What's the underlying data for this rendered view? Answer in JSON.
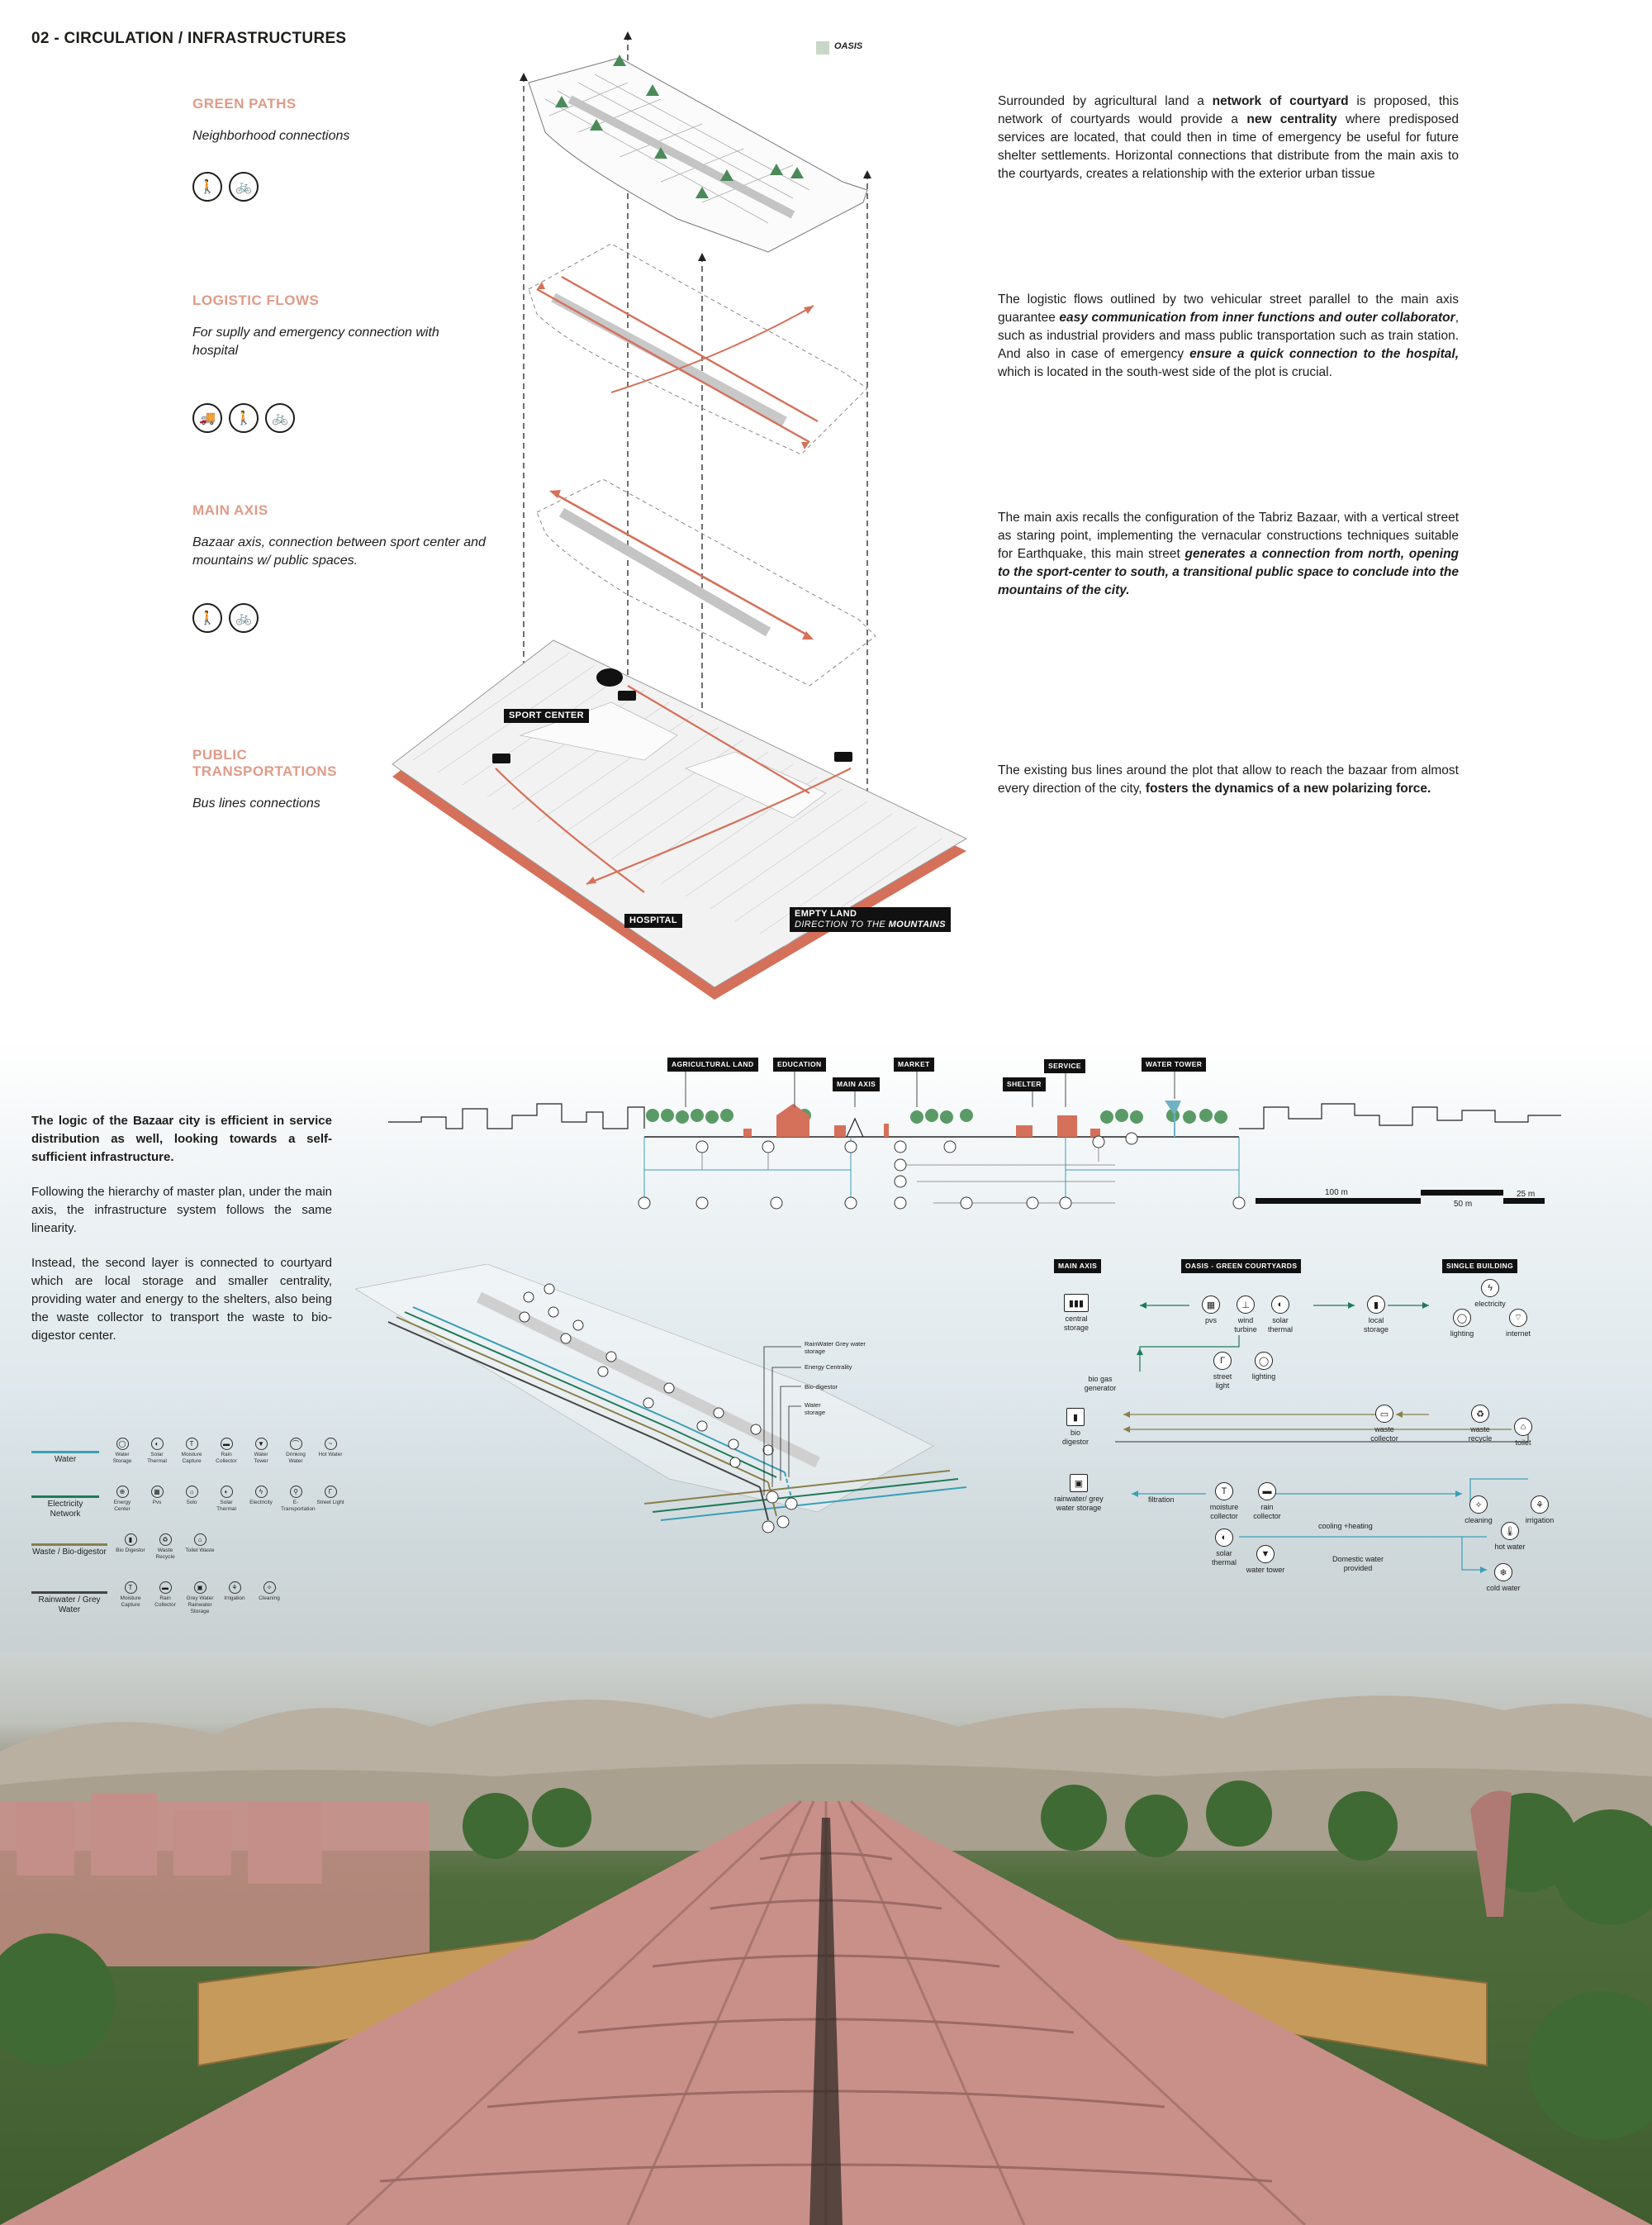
{
  "header": {
    "title": "02 - CIRCULATION / INFRASTRUCTURES",
    "legend_oasis": "OASIS"
  },
  "sections": [
    {
      "title": "GREEN PATHS",
      "subtitle": "Neighborhood connections",
      "text_html": "Surrounded by agricultural land a <b>network of courtyard</b> is proposed, this network of courtyards would provide a <b>new centrality</b> where predisposed services are located, that could then in time of emergency be useful for future shelter settlements. Horizontal connections that distribute from the main axis to the courtyards, creates a relationship with the exterior urban tissue"
    },
    {
      "title": "LOGISTIC FLOWS",
      "subtitle": "For suplly and emergency connection with hospital",
      "text_html": "The logistic flows outlined by two vehicular street parallel to the main axis guarantee <b><i>easy communication from inner functions and outer collaborator</i></b>, such as industrial providers and mass public transportation such as train station. And also in case of emergency <b><i>ensure a quick connection to the hospital,</i></b> which is located in the south-west side of the plot is crucial."
    },
    {
      "title": "MAIN AXIS",
      "subtitle": "Bazaar axis, connection between sport center and mountains w/ public spaces.",
      "text_html": "The main axis recalls the configuration of the Tabriz Bazaar, with a vertical street as staring point, implementing the vernacular constructions techniques suitable for Earthquake, this main street <b><i>generates a connection from north, opening to the sport-center to south, a transitional public space to conclude into the mountains of the city.</i></b>"
    },
    {
      "title": "PUBLIC TRANSPORTATIONS",
      "subtitle": "Bus lines connections",
      "text_html": "The existing bus lines around the plot that allow to reach the bazaar from almost every direction of the city, <b>fosters the dynamics of a new polarizing force.</b>"
    }
  ],
  "map_labels": {
    "sport_center": "SPORT CENTER",
    "hospital": "HOSPITAL",
    "empty_land": "EMPTY LAND",
    "direction": "DIRECTION TO THE",
    "mountains": "MOUNTAINS"
  },
  "infra_text": {
    "p1": "The logic of the Bazaar city is efficient in service distribution as well, looking towards a self-sufficient infrastructure.",
    "p2": "Following the hierarchy of master plan, under the main axis, the infrastructure system follows the same linearity.",
    "p3": "Instead, the second layer is connected to courtyard which are local storage and smaller centrality, providing water and energy to the shelters, also being the waste collector to transport the waste to bio-digestor center."
  },
  "section_tags": {
    "agricultural": "AGRICULTURAL LAND",
    "education": "EDUCATION",
    "main_axis": "MAIN AXIS",
    "market": "MARKET",
    "shelter": "SHELTER",
    "service": "SERVICE",
    "water_tower": "WATER TOWER"
  },
  "scale": {
    "s100": "100 m",
    "s50": "50 m",
    "s25": "25 m"
  },
  "infra_legend": [
    {
      "name": "Water",
      "color": "#3a9fb5",
      "items": [
        "Water Storage",
        "Solar Thermal",
        "Moisture Capture",
        "Rain Collector",
        "Water Tower",
        "Drinking Water",
        "Hot Water"
      ]
    },
    {
      "name": "Electricity Network",
      "color": "#1f7a5a",
      "items": [
        "Energy Center",
        "Pvs",
        "Solo",
        "Solar Thermal",
        "Electricity",
        "E-Transportation",
        "Street Light"
      ]
    },
    {
      "name": "Waste / Bio-digestor",
      "color": "#8a7f4a",
      "items": [
        "Bio Digestor",
        "Waste Recycle",
        "Toilet Waste"
      ]
    },
    {
      "name": "Rainwater / Grey Water",
      "color": "#444444",
      "items": [
        "Moisture Capture",
        "Rain Collector",
        "Grey Water Rainwater Storage",
        "Irrigation",
        "Cleaning"
      ]
    }
  ],
  "iso_callouts": [
    "RainWater Grey water storage",
    "Energy Centrality",
    "Bio-digestor",
    "Water storage"
  ],
  "flow": {
    "headers": {
      "main_axis": "MAIN AXIS",
      "oasis": "OASIS - GREEN COURTYARDS",
      "single": "SINGLE BUILDING"
    },
    "nodes": {
      "central_storage": "central storage",
      "pvs": "pvs",
      "wind_turbine": "wind turbine",
      "solar_thermal": "solar thermal",
      "local_storage": "local storage",
      "electricity": "electricity",
      "lighting": "lighting",
      "internet": "internet",
      "street_light": "street light",
      "lighting2": "lighting",
      "bio_gas": "bio gas generator",
      "bio_digestor": "bio digestor",
      "waste_collector": "waste collector",
      "waste_recycle": "waste recycle",
      "toilet": "toilet",
      "rainwater": "rainwater/ grey water storage",
      "filtration": "filtration",
      "moisture": "moisture collector",
      "rain_collector": "rain collector",
      "cleaning": "cleaning",
      "irrigation": "irrigation",
      "hot_water": "hot water",
      "cooling": "cooling +heating",
      "solar_thermal2": "solar thermal",
      "water_tower": "water tower",
      "domestic": "Domestic water provided",
      "cold_water": "cold water"
    }
  }
}
